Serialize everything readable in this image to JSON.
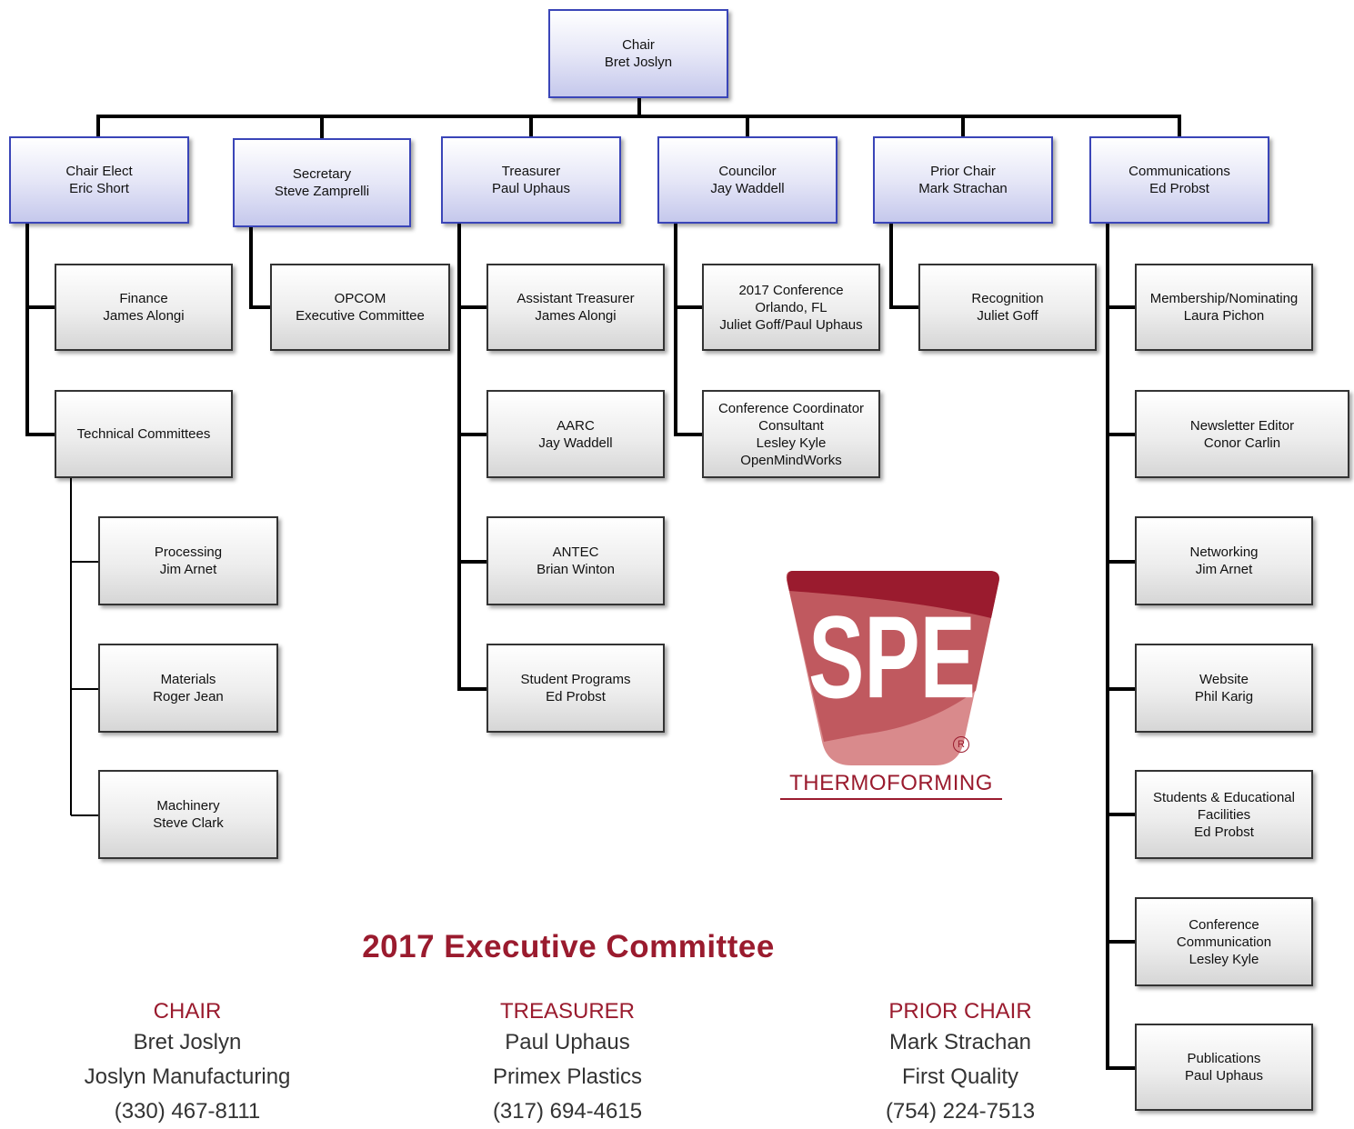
{
  "org_chart": {
    "chair": {
      "title": "Chair",
      "name": "Bret Joslyn"
    },
    "officers": [
      {
        "title": "Chair Elect",
        "name": "Eric Short"
      },
      {
        "title": "Secretary",
        "name": "Steve Zamprelli"
      },
      {
        "title": "Treasurer",
        "name": "Paul Uphaus"
      },
      {
        "title": "Councilor",
        "name": "Jay Waddell"
      },
      {
        "title": "Prior Chair",
        "name": "Mark Strachan"
      },
      {
        "title": "Communications",
        "name": "Ed Probst"
      }
    ],
    "chair_elect_reports": [
      {
        "title": "Finance",
        "name": "James Alongi"
      },
      {
        "title": "Technical Committees",
        "name": ""
      }
    ],
    "technical_committees": [
      {
        "title": "Processing",
        "name": "Jim Arnet"
      },
      {
        "title": "Materials",
        "name": "Roger Jean"
      },
      {
        "title": "Machinery",
        "name": "Steve Clark"
      }
    ],
    "secretary_reports": [
      {
        "title": "OPCOM",
        "name": "Executive Committee"
      }
    ],
    "treasurer_reports": [
      {
        "title": "Assistant Treasurer",
        "name": "James Alongi"
      },
      {
        "title": "AARC",
        "name": "Jay Waddell"
      },
      {
        "title": "ANTEC",
        "name": "Brian Winton"
      },
      {
        "title": "Student Programs",
        "name": "Ed Probst"
      }
    ],
    "councilor_reports": [
      {
        "lines": [
          "2017 Conference",
          "Orlando, FL",
          "Juliet Goff/Paul Uphaus"
        ]
      },
      {
        "lines": [
          "Conference Coordinator",
          "Consultant",
          "Lesley Kyle",
          "OpenMindWorks"
        ]
      }
    ],
    "prior_chair_reports": [
      {
        "title": "Recognition",
        "name": "Juliet Goff"
      }
    ],
    "communications_reports": [
      {
        "lines": [
          "Membership/Nominating",
          "Laura Pichon"
        ]
      },
      {
        "lines": [
          "Newsletter Editor",
          "Conor Carlin"
        ]
      },
      {
        "lines": [
          "Networking",
          "Jim Arnet"
        ]
      },
      {
        "lines": [
          "Website",
          "Phil Karig"
        ]
      },
      {
        "lines": [
          "Students & Educational",
          "Facilities",
          "Ed Probst"
        ]
      },
      {
        "lines": [
          "Conference",
          "Communication",
          "Lesley Kyle"
        ]
      },
      {
        "lines": [
          "Publications",
          "Paul Uphaus"
        ]
      }
    ]
  },
  "logo": {
    "text": "SPE",
    "caption": "THERMOFORMING",
    "registered": "R",
    "colors": [
      "#9a1b2e",
      "#c0595f",
      "#d98a8c"
    ]
  },
  "executive_committee": {
    "title": "2017 Executive Committee",
    "members": [
      {
        "role": "CHAIR",
        "name": "Bret Joslyn",
        "company": "Joslyn Manufacturing",
        "phone": "(330) 467-8111"
      },
      {
        "role": "TREASURER",
        "name": "Paul Uphaus",
        "company": "Primex Plastics",
        "phone": "(317) 694-4615"
      },
      {
        "role": "PRIOR CHAIR",
        "name": "Mark Strachan",
        "company": "First Quality",
        "phone": "(754) 224-7513"
      }
    ]
  }
}
